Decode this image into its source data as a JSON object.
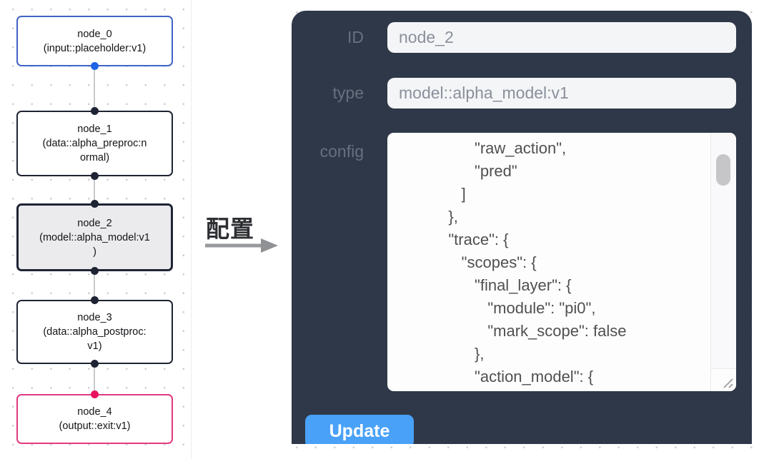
{
  "colors": {
    "panel_bg": "#2f3848",
    "accent_blue": "#49a1f8",
    "node_blue_border": "#4064c7",
    "node_blue_port": "#1f63e6",
    "node_pink_border": "#e23a80",
    "node_pink_port": "#e8115f",
    "node_dark": "#1e2433",
    "canvas_dot": "#cfd0d3"
  },
  "flow": {
    "nodes": [
      {
        "title": "node_0",
        "subtitle": "(input::placeholder:v1)"
      },
      {
        "title": "node_1",
        "subtitle": "(data::alpha_preproc:n\normal)"
      },
      {
        "title": "node_2",
        "subtitle": "(model::alpha_model:v1\n)"
      },
      {
        "title": "node_3",
        "subtitle": "(data::alpha_postproc:\nv1)"
      },
      {
        "title": "node_4",
        "subtitle": "(output::exit:v1)"
      }
    ]
  },
  "annotation": {
    "label": "配置"
  },
  "panel": {
    "id_label": "ID",
    "id_value": "node_2",
    "type_label": "type",
    "type_value": "model::alpha_model:v1",
    "config_label": "config",
    "config_value": "                  \"raw_action\",\n                  \"pred\"\n               ]\n            },\n            \"trace\": {\n               \"scopes\": {\n                  \"final_layer\": {\n                     \"module\": \"pi0\",\n                     \"mark_scope\": false\n                  },\n                  \"action_model\": {",
    "update_label": "Update"
  }
}
